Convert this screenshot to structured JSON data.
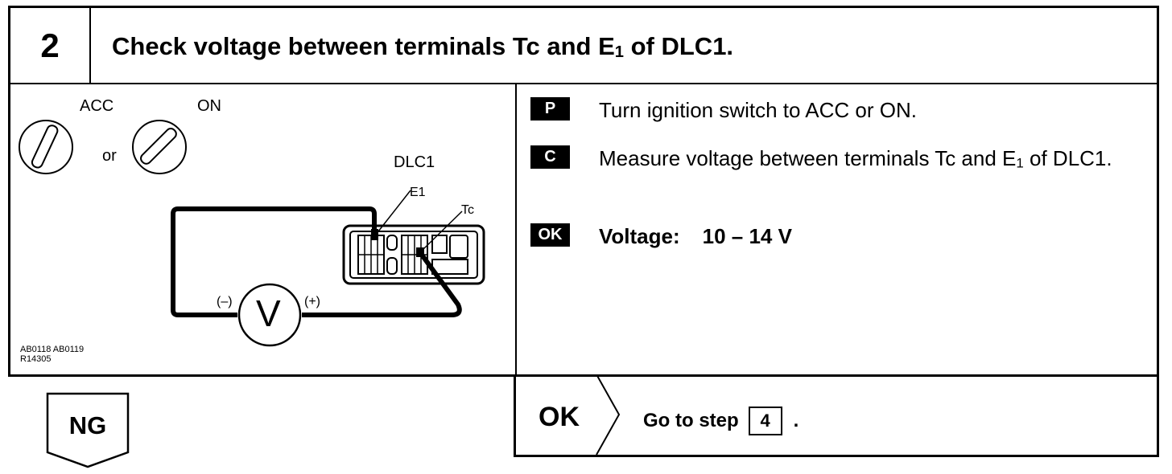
{
  "step": {
    "number": "2",
    "title_main": "Check voltage between terminals Tc and E",
    "title_sub": "1",
    "title_end": " of DLC1."
  },
  "diagram": {
    "switch_left_label": "ACC",
    "switch_right_label": "ON",
    "or_label": "or",
    "connector_label": "DLC1",
    "terminal_e1_label": "E1",
    "terminal_tc_label": "Tc",
    "meter_symbol": "V",
    "minus_label": "(–)",
    "plus_label": "(+)",
    "figure_ids_line1": "AB0118 AB0119",
    "figure_ids_line2": "R14305"
  },
  "instructions": [
    {
      "badge": "P",
      "text": "Turn ignition switch to ACC or ON."
    },
    {
      "badge": "C",
      "text_main": "Measure voltage between terminals Tc and E",
      "text_sub": "1",
      "text_end": " of DLC1."
    },
    {
      "badge": "OK",
      "label": "Voltage:",
      "value": "10 – 14 V"
    }
  ],
  "result_ng": {
    "label": "NG"
  },
  "result_ok": {
    "label": "OK",
    "goto_text": "Go to step",
    "goto_step": "4",
    "goto_end": "."
  }
}
